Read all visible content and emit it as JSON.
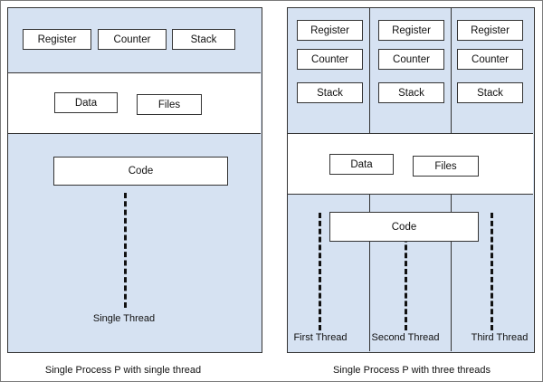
{
  "left_diagram": {
    "register": "Register",
    "counter": "Counter",
    "stack": "Stack",
    "data": "Data",
    "files": "Files",
    "code": "Code",
    "thread_label": "Single Thread",
    "caption": "Single Process P with single thread"
  },
  "right_diagram": {
    "threads": [
      {
        "register": "Register",
        "counter": "Counter",
        "stack": "Stack",
        "label": "First Thread"
      },
      {
        "register": "Register",
        "counter": "Counter",
        "stack": "Stack",
        "label": "Second Thread"
      },
      {
        "register": "Register",
        "counter": "Counter",
        "stack": "Stack",
        "label": "Third Thread"
      }
    ],
    "data": "Data",
    "files": "Files",
    "code": "Code",
    "caption": "Single Process P with three threads"
  },
  "colors": {
    "panel_fill": "#d6e2f2",
    "border": "#333333"
  }
}
